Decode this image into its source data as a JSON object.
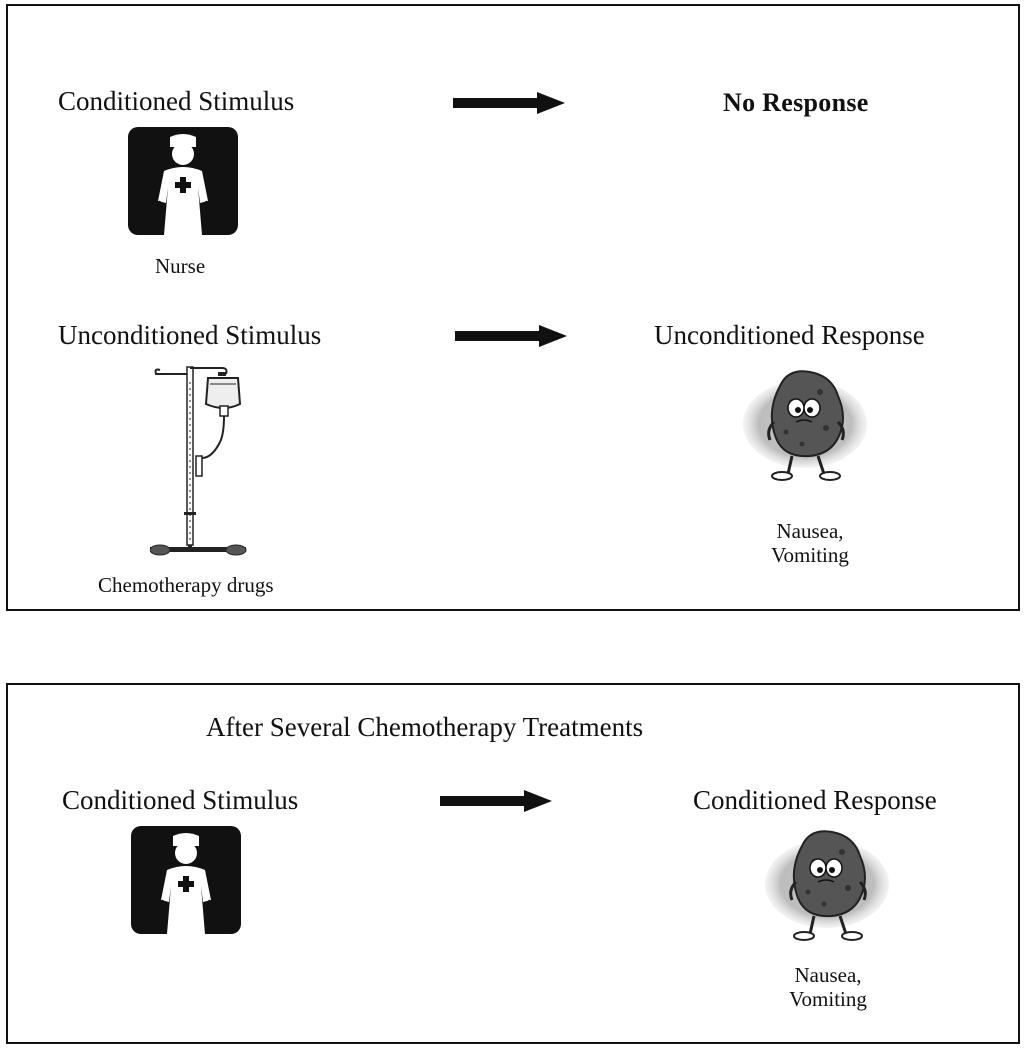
{
  "colors": {
    "ink": "#111111",
    "halo": "#bdbdbd",
    "germ": "#555555",
    "paper": "#ffffff"
  },
  "panel_top": {
    "row1": {
      "stimulus": "Conditioned Stimulus",
      "image_caption": "Nurse",
      "response": "No Response",
      "stimulus_icon": "nurse-icon"
    },
    "row2": {
      "stimulus": "Unconditioned Stimulus",
      "image_caption": "Chemotherapy drugs",
      "response": "Unconditioned Response",
      "response_caption_line1": "Nausea,",
      "response_caption_line2": "Vomiting",
      "stimulus_icon": "iv-drip-icon",
      "response_icon": "nausea-character-icon"
    }
  },
  "panel_bottom": {
    "heading": "After Several Chemotherapy Treatments",
    "stimulus": "Conditioned Stimulus",
    "response": "Conditioned Response",
    "response_caption_line1": "Nausea,",
    "response_caption_line2": "Vomiting",
    "stimulus_icon": "nurse-icon",
    "response_icon": "nausea-character-icon"
  }
}
